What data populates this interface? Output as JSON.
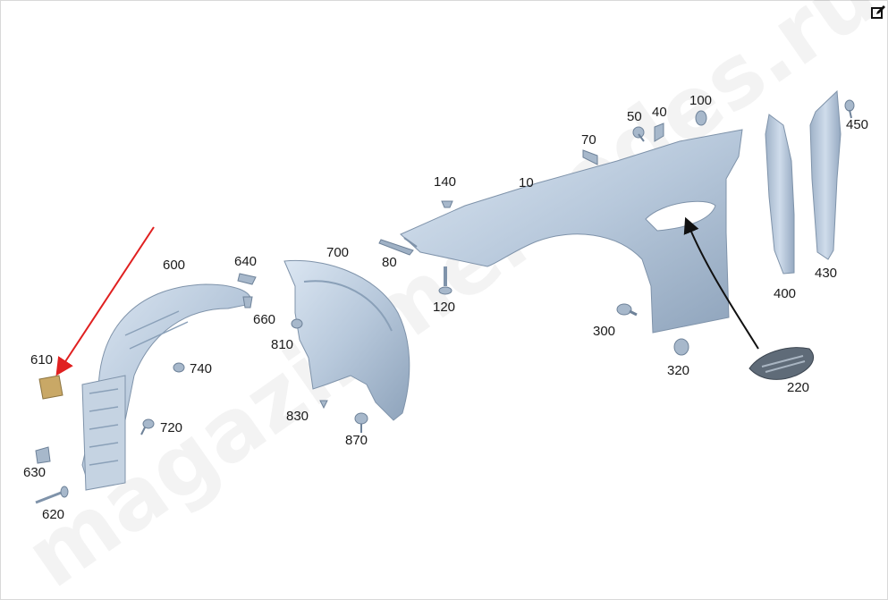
{
  "watermark": "magazinmercedes.ru",
  "toolbar": {
    "edit_icon": "edit-icon"
  },
  "colors": {
    "part_fill": "#b9c9dc",
    "part_stroke": "#7f93aa",
    "highlight_part": "#c9a866",
    "arrow_red": "#e02020",
    "arrow_black": "#111111"
  },
  "callouts": {
    "c10": "10",
    "c40": "40",
    "c50": "50",
    "c70": "70",
    "c80": "80",
    "c100": "100",
    "c120": "120",
    "c140": "140",
    "c220": "220",
    "c300": "300",
    "c320": "320",
    "c400": "400",
    "c430": "430",
    "c450": "450",
    "c600": "600",
    "c610": "610",
    "c620": "620",
    "c630": "630",
    "c640": "640",
    "c660": "660",
    "c700": "700",
    "c720": "720",
    "c740": "740",
    "c810": "810",
    "c830": "830",
    "c870": "870"
  }
}
